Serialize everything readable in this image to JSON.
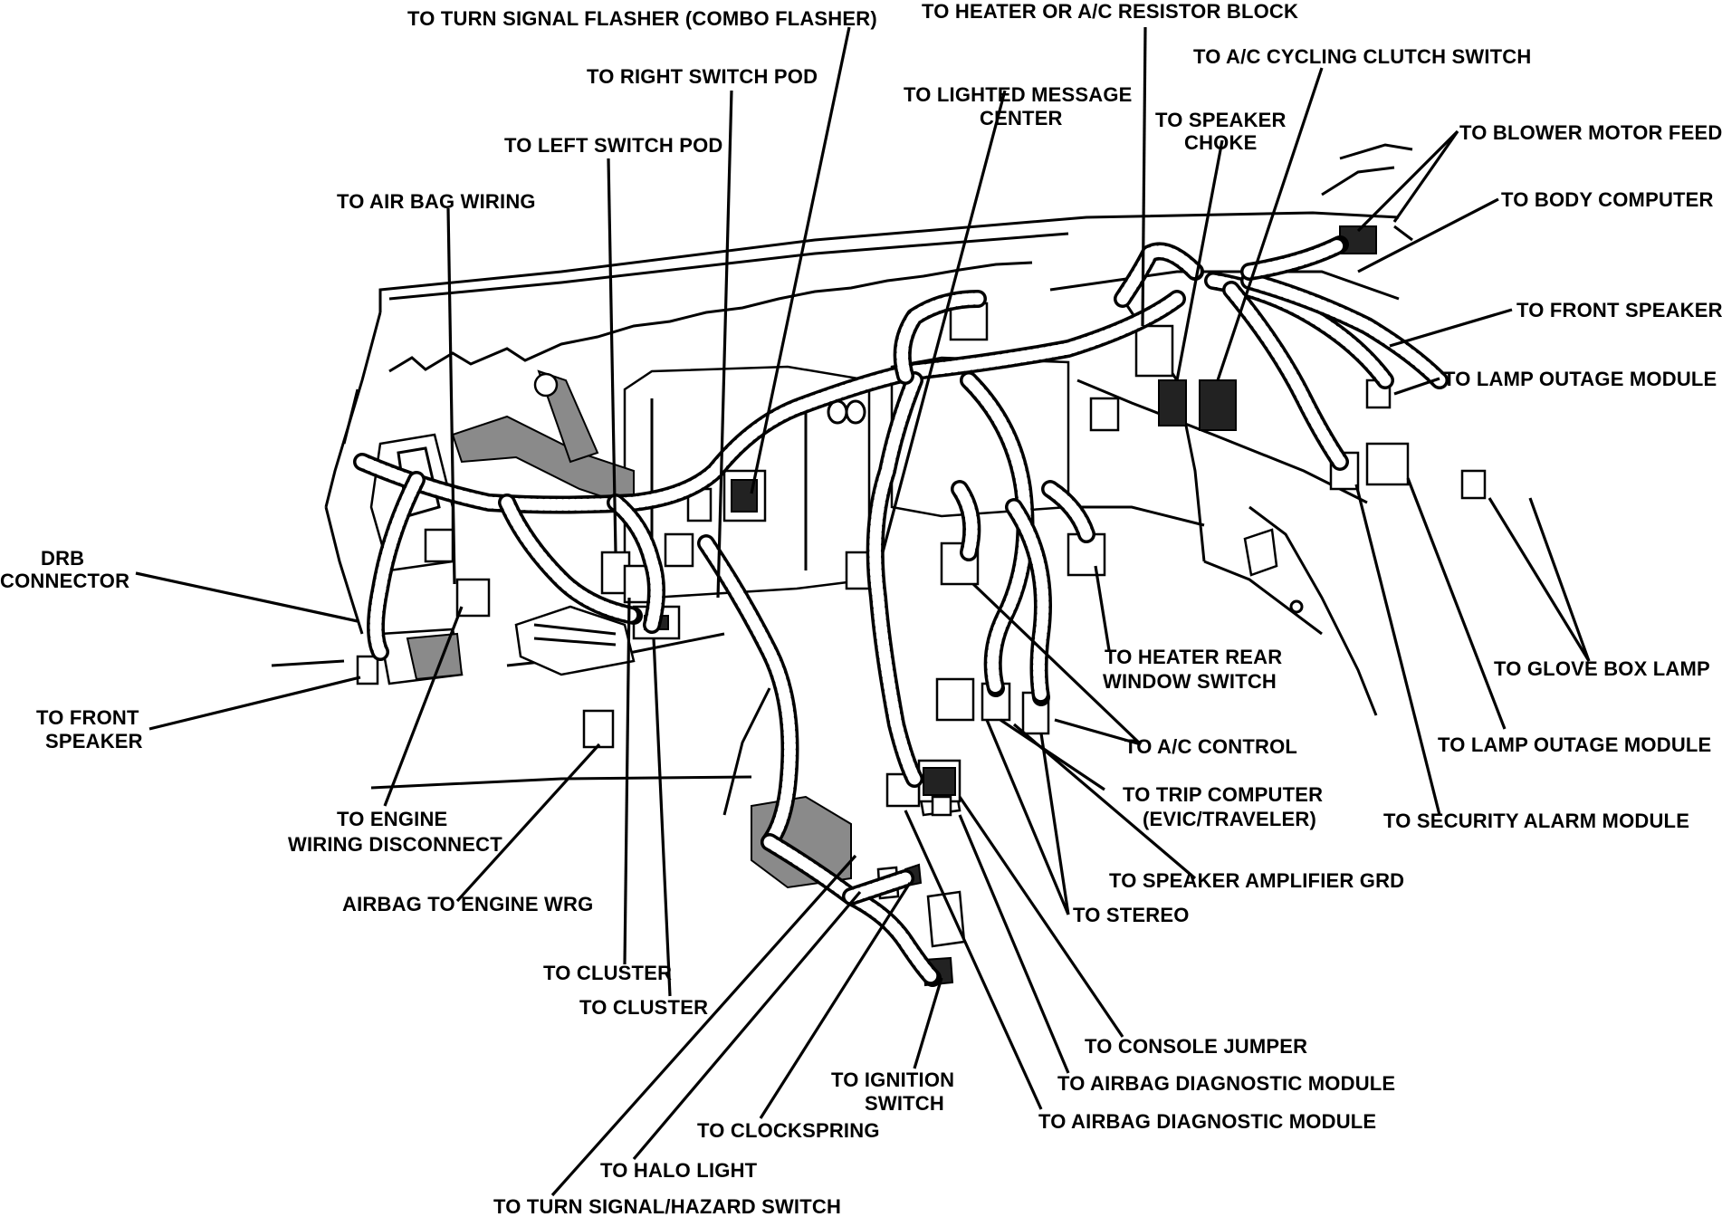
{
  "labels": {
    "turn_signal_flasher": "TO TURN SIGNAL FLASHER (COMBO FLASHER)",
    "heater_ac_resistor": "TO HEATER OR A/C RESISTOR BLOCK",
    "ac_cycling_clutch": "TO A/C CYCLING CLUTCH SWITCH",
    "right_switch_pod": "TO RIGHT SWITCH POD",
    "lighted_message_1": "TO LIGHTED MESSAGE",
    "lighted_message_2": "CENTER",
    "speaker_choke_1": "TO SPEAKER",
    "speaker_choke_2": "CHOKE",
    "left_switch_pod": "TO LEFT SWITCH POD",
    "blower_motor_feed": "TO BLOWER MOTOR FEED",
    "air_bag_wiring": "TO AIR BAG WIRING",
    "body_computer": "TO BODY COMPUTER",
    "front_speaker_right": "TO FRONT SPEAKER",
    "lamp_outage_1": "TO LAMP OUTAGE MODULE",
    "drb_1": "DRB",
    "drb_2": "CONNECTOR",
    "heater_rear_1": "TO HEATER REAR",
    "heater_rear_2": "WINDOW SWITCH",
    "glove_box_lamp": "TO GLOVE BOX LAMP",
    "front_speaker_left_1": "TO FRONT",
    "front_speaker_left_2": "SPEAKER",
    "ac_control": "TO A/C CONTROL",
    "lamp_outage_2": "TO LAMP OUTAGE MODULE",
    "trip_computer_1": "TO TRIP COMPUTER",
    "trip_computer_2": "(EVIC/TRAVELER)",
    "security_alarm": "TO SECURITY ALARM MODULE",
    "engine_wiring_1": "TO ENGINE",
    "engine_wiring_2": "WIRING DISCONNECT",
    "speaker_amp_grd": "TO SPEAKER AMPLIFIER GRD",
    "airbag_to_engine": "AIRBAG TO ENGINE WRG",
    "stereo": "TO STEREO",
    "cluster_1": "TO CLUSTER",
    "cluster_2": "TO CLUSTER",
    "console_jumper": "TO CONSOLE JUMPER",
    "ignition_switch_1": "TO IGNITION",
    "ignition_switch_2": "SWITCH",
    "airbag_diag_1": "TO AIRBAG DIAGNOSTIC MODULE",
    "clockspring": "TO CLOCKSPRING",
    "airbag_diag_2": "TO AIRBAG DIAGNOSTIC MODULE",
    "halo_light": "TO HALO LIGHT",
    "turn_signal_hazard": "TO TURN SIGNAL/HAZARD SWITCH"
  }
}
